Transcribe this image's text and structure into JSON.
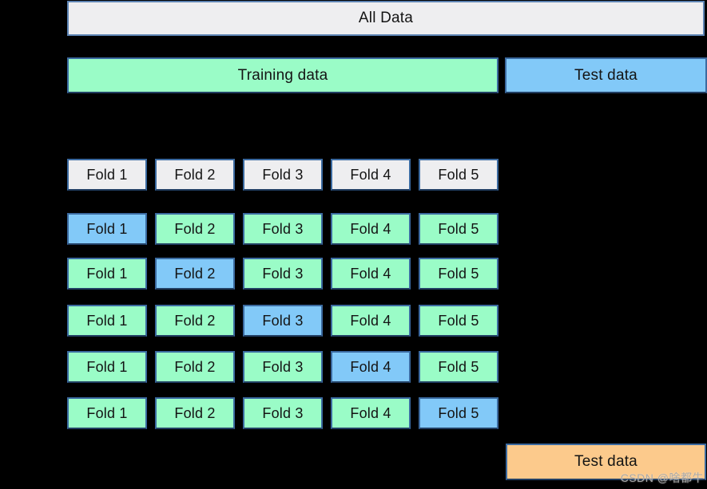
{
  "diagram": {
    "kind": "k-fold-cross-validation",
    "all_data": {
      "label": "All Data"
    },
    "split_row": {
      "training_label": "Training data",
      "test_label": "Test data"
    },
    "header_row": {
      "cells": [
        {
          "label": "Fold 1"
        },
        {
          "label": "Fold 2"
        },
        {
          "label": "Fold 3"
        },
        {
          "label": "Fold 4"
        },
        {
          "label": "Fold 5"
        }
      ]
    },
    "iterations": [
      {
        "test_fold": 1,
        "cells": [
          {
            "label": "Fold 1",
            "role": "test"
          },
          {
            "label": "Fold 2",
            "role": "train"
          },
          {
            "label": "Fold 3",
            "role": "train"
          },
          {
            "label": "Fold 4",
            "role": "train"
          },
          {
            "label": "Fold 5",
            "role": "train"
          }
        ]
      },
      {
        "test_fold": 2,
        "cells": [
          {
            "label": "Fold 1",
            "role": "train"
          },
          {
            "label": "Fold 2",
            "role": "test"
          },
          {
            "label": "Fold 3",
            "role": "train"
          },
          {
            "label": "Fold 4",
            "role": "train"
          },
          {
            "label": "Fold 5",
            "role": "train"
          }
        ]
      },
      {
        "test_fold": 3,
        "cells": [
          {
            "label": "Fold 1",
            "role": "train"
          },
          {
            "label": "Fold 2",
            "role": "train"
          },
          {
            "label": "Fold 3",
            "role": "test"
          },
          {
            "label": "Fold 4",
            "role": "train"
          },
          {
            "label": "Fold 5",
            "role": "train"
          }
        ]
      },
      {
        "test_fold": 4,
        "cells": [
          {
            "label": "Fold 1",
            "role": "train"
          },
          {
            "label": "Fold 2",
            "role": "train"
          },
          {
            "label": "Fold 3",
            "role": "train"
          },
          {
            "label": "Fold 4",
            "role": "test"
          },
          {
            "label": "Fold 5",
            "role": "train"
          }
        ]
      },
      {
        "test_fold": 5,
        "cells": [
          {
            "label": "Fold 1",
            "role": "train"
          },
          {
            "label": "Fold 2",
            "role": "train"
          },
          {
            "label": "Fold 3",
            "role": "train"
          },
          {
            "label": "Fold 4",
            "role": "train"
          },
          {
            "label": "Fold 5",
            "role": "test"
          }
        ]
      }
    ],
    "final_test": {
      "label": "Test data"
    },
    "watermark": "CSDN @啥都牛"
  },
  "palette": {
    "bg": "#000000",
    "text": "#141414",
    "gray": "#eeeef0",
    "green": "#9afcc7",
    "blue": "#82c9f8",
    "orange": "#fcca8c",
    "border": "#3b6aa0",
    "border-dark": "#223f63",
    "border-light": "#5d84b4",
    "watermark": "#a9a9a9"
  }
}
